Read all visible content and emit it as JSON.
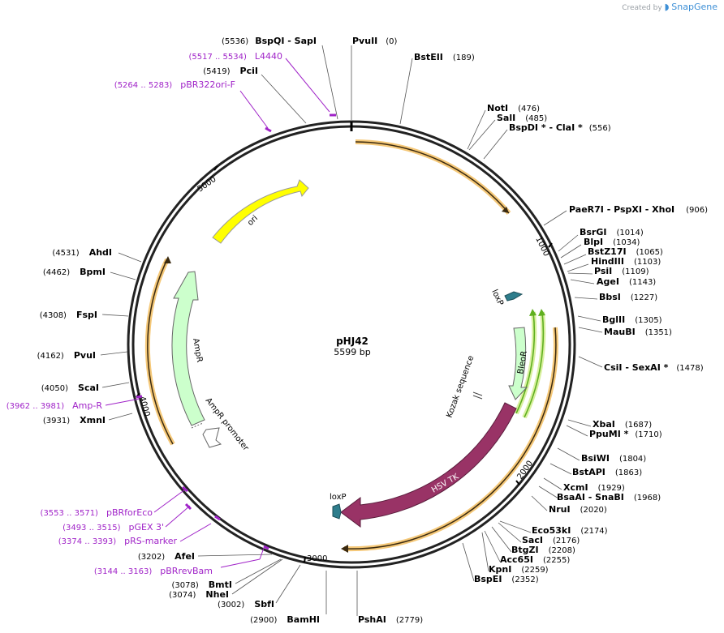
{
  "brand": {
    "created_by": "Created by",
    "app": "SnapGene"
  },
  "plasmid": {
    "name": "pHJ42",
    "length": "5599 bp"
  },
  "ticks": [
    "1000",
    "2000",
    "3000",
    "4000",
    "5000"
  ],
  "enzymes_right": [
    {
      "name": "PvuII",
      "pos": "(0)"
    },
    {
      "name": "BstEII",
      "pos": "(189)"
    },
    {
      "name": "NotI",
      "pos": "(476)"
    },
    {
      "name": "SalI",
      "pos": "(485)"
    },
    {
      "name": "BspDI * - ClaI *",
      "pos": "(556)"
    },
    {
      "name": "PaeR7I - PspXI - XhoI",
      "pos": "(906)"
    },
    {
      "name": "BsrGI",
      "pos": "(1014)"
    },
    {
      "name": "BlpI",
      "pos": "(1034)"
    },
    {
      "name": "BstZ17I",
      "pos": "(1065)"
    },
    {
      "name": "HindIII",
      "pos": "(1103)"
    },
    {
      "name": "PsiI",
      "pos": "(1109)"
    },
    {
      "name": "AgeI",
      "pos": "(1143)"
    },
    {
      "name": "BbsI",
      "pos": "(1227)"
    },
    {
      "name": "BglII",
      "pos": "(1305)"
    },
    {
      "name": "MauBI",
      "pos": "(1351)"
    },
    {
      "name": "CsiI - SexAI *",
      "pos": "(1478)"
    },
    {
      "name": "XbaI",
      "pos": "(1687)"
    },
    {
      "name": "PpuMI *",
      "pos": "(1710)"
    },
    {
      "name": "BsiWI",
      "pos": "(1804)"
    },
    {
      "name": "BstAPI",
      "pos": "(1863)"
    },
    {
      "name": "XcmI",
      "pos": "(1929)"
    },
    {
      "name": "BsaAI - SnaBI",
      "pos": "(1968)"
    },
    {
      "name": "NruI",
      "pos": "(2020)"
    },
    {
      "name": "Eco53kI",
      "pos": "(2174)"
    },
    {
      "name": "SacI",
      "pos": "(2176)"
    },
    {
      "name": "BtgZI",
      "pos": "(2208)"
    },
    {
      "name": "Acc65I",
      "pos": "(2255)"
    },
    {
      "name": "KpnI",
      "pos": "(2259)"
    },
    {
      "name": "BspEI",
      "pos": "(2352)"
    },
    {
      "name": "PshAI",
      "pos": "(2779)"
    }
  ],
  "enzymes_left": [
    {
      "name": "BspQI - SapI",
      "pos": "(5536)"
    },
    {
      "name": "PciI",
      "pos": "(5419)"
    },
    {
      "name": "AhdI",
      "pos": "(4531)"
    },
    {
      "name": "BpmI",
      "pos": "(4462)"
    },
    {
      "name": "FspI",
      "pos": "(4308)"
    },
    {
      "name": "PvuI",
      "pos": "(4162)"
    },
    {
      "name": "ScaI",
      "pos": "(4050)"
    },
    {
      "name": "XmnI",
      "pos": "(3931)"
    },
    {
      "name": "AfeI",
      "pos": "(3202)"
    },
    {
      "name": "BmtI",
      "pos": "(3078)"
    },
    {
      "name": "NheI",
      "pos": "(3074)"
    },
    {
      "name": "SbfI",
      "pos": "(3002)"
    },
    {
      "name": "BamHI",
      "pos": "(2900)"
    }
  ],
  "primers": [
    {
      "range": "(5517 .. 5534)",
      "name": "L4440"
    },
    {
      "range": "(5264 .. 5283)",
      "name": "pBR322ori-F"
    },
    {
      "range": "(3962 .. 3981)",
      "name": "Amp-R"
    },
    {
      "range": "(3553 .. 3571)",
      "name": "pBRforEco"
    },
    {
      "range": "(3493 .. 3515)",
      "name": "pGEX 3'"
    },
    {
      "range": "(3374 .. 3393)",
      "name": "pRS-marker"
    },
    {
      "range": "(3144 .. 3163)",
      "name": "pBRrevBam"
    }
  ],
  "features": {
    "ori": "ori",
    "ampr": "AmpR",
    "ampr_promoter": "AmpR promoter",
    "loxp1": "loxP",
    "loxp2": "loxP",
    "bleor": "BleoR",
    "kozak": "Kozak sequence",
    "hsvtk": "HSV TK"
  },
  "colors": {
    "ori": "#ffff00",
    "ampr": "#ccffcc",
    "bleor": "#ccffcc",
    "hsvtk": "#993366",
    "loxp": "#2e7d8c",
    "orf_glow": "#f5c878",
    "green_orf": "#60b020",
    "primer": "#a023c8"
  }
}
